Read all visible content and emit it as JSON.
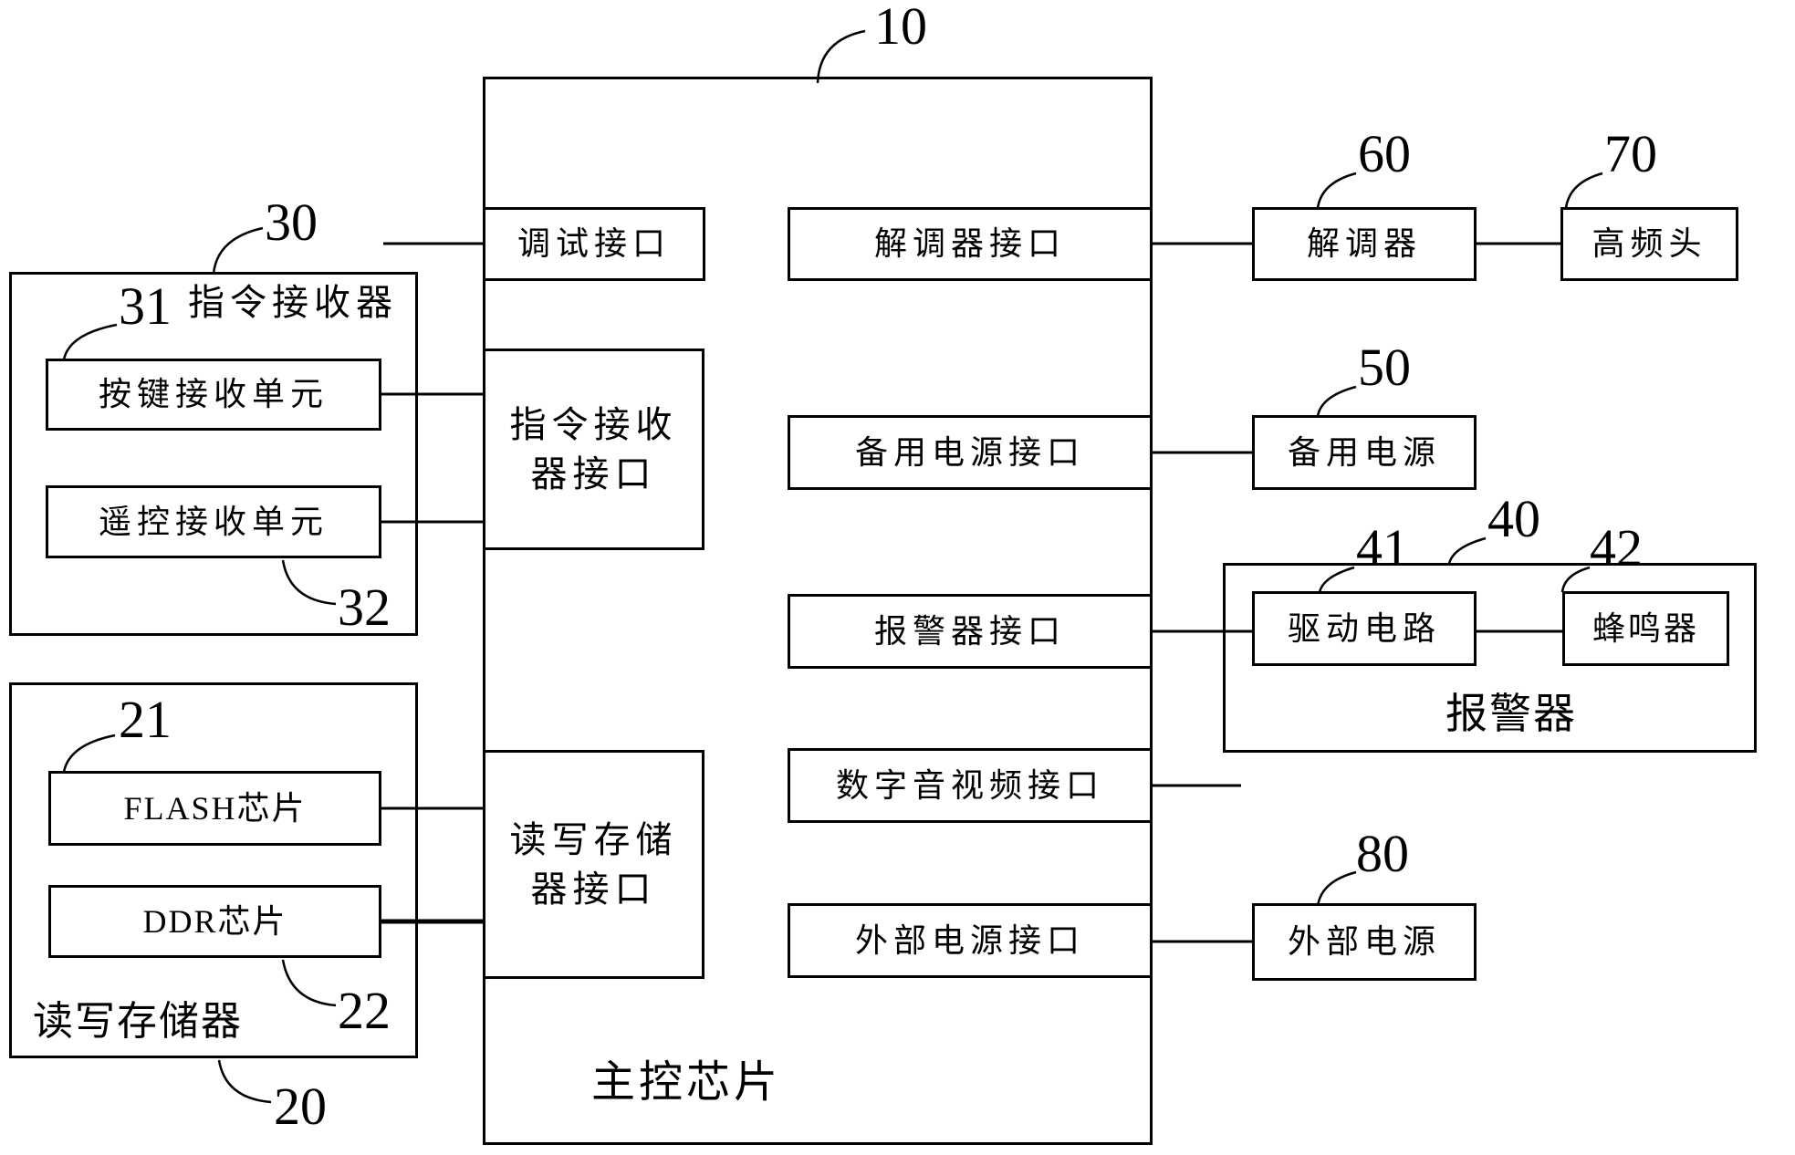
{
  "colors": {
    "line": "#000000",
    "background": "#ffffff",
    "text": "#000000"
  },
  "nodes": {
    "main_chip": {
      "label": "主控芯片",
      "ref": "10"
    },
    "debug_interface": {
      "label": "调试接口"
    },
    "cmd_receiver_interface": {
      "label": "指令接收\n器接口"
    },
    "rw_memory_interface": {
      "label": "读写存储\n器接口"
    },
    "demod_interface": {
      "label": "解调器接口"
    },
    "backup_power_interface": {
      "label": "备用电源接口"
    },
    "alarm_interface": {
      "label": "报警器接口"
    },
    "av_interface": {
      "label": "数字音视频接口"
    },
    "ext_power_interface": {
      "label": "外部电源接口"
    },
    "cmd_receiver_group": {
      "label": "指令接收器",
      "ref": "30"
    },
    "key_unit": {
      "label": "按键接收单元",
      "ref": "31"
    },
    "remote_unit": {
      "label": "遥控接收单元",
      "ref": "32"
    },
    "rw_memory_group": {
      "label": "读写存储器",
      "ref": "20"
    },
    "flash_chip": {
      "label": "FLASH芯片",
      "ref": "21"
    },
    "ddr_chip": {
      "label": "DDR芯片",
      "ref": "22"
    },
    "demodulator": {
      "label": "解调器",
      "ref": "60"
    },
    "tuner": {
      "label": "高频头",
      "ref": "70"
    },
    "backup_power": {
      "label": "备用电源",
      "ref": "50"
    },
    "alarm_group": {
      "label": "报警器",
      "ref": "40"
    },
    "drive_circuit": {
      "label": "驱动电路",
      "ref": "41"
    },
    "buzzer": {
      "label": "蜂鸣器",
      "ref": "42"
    },
    "ext_power": {
      "label": "外部电源",
      "ref": "80"
    }
  },
  "connections": [
    {
      "from": "key_unit",
      "to": "cmd_receiver_interface"
    },
    {
      "from": "remote_unit",
      "to": "cmd_receiver_interface"
    },
    {
      "from": "flash_chip",
      "to": "rw_memory_interface"
    },
    {
      "from": "ddr_chip",
      "to": "rw_memory_interface",
      "style": "thick"
    },
    {
      "from": "debug_interface",
      "to": "open-end-left"
    },
    {
      "from": "demod_interface",
      "to": "demodulator"
    },
    {
      "from": "demodulator",
      "to": "tuner"
    },
    {
      "from": "backup_power_interface",
      "to": "backup_power"
    },
    {
      "from": "alarm_interface",
      "to": "drive_circuit"
    },
    {
      "from": "drive_circuit",
      "to": "buzzer"
    },
    {
      "from": "av_interface",
      "to": "open-end-right"
    },
    {
      "from": "ext_power_interface",
      "to": "ext_power"
    }
  ]
}
